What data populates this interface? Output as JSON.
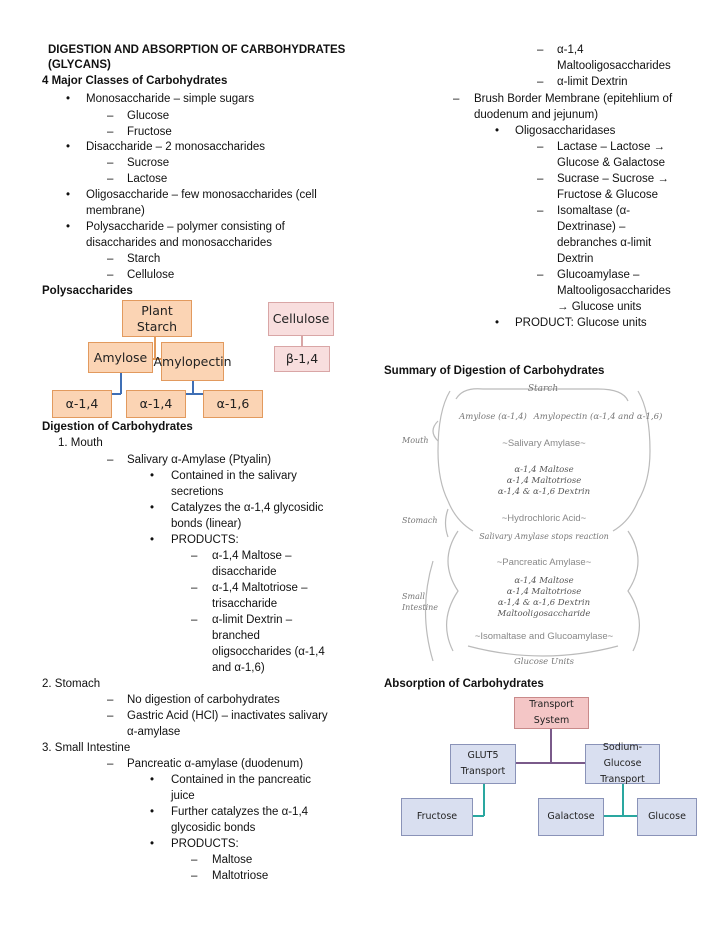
{
  "left": {
    "title1": "DIGESTION AND ABSORPTION OF CARBOHYDRATES",
    "title2": "(GLYCANS)",
    "classes_heading": "4 Major Classes of Carbohydrates",
    "mono": "Monosaccharide – simple sugars",
    "glucose": "Glucose",
    "fructose": "Fructose",
    "di": "Disaccharide – 2 monosaccharides",
    "sucrose": "Sucrose",
    "lactose": "Lactose",
    "oligo1": "Oligosaccharide – few monosaccharides (cell",
    "oligo2": "membrane)",
    "poly1": "Polysaccharide – polymer consisting of",
    "poly2": "disaccharides and monosaccharides",
    "starch": "Starch",
    "cellulose": "Cellulose",
    "polysaccharides_heading": "Polysaccharides",
    "tree": {
      "plant_starch": "Plant Starch",
      "cellulose": "Cellulose",
      "amylose": "Amylose",
      "amylopectin": "Amylopectin",
      "beta14": "β-1,4",
      "a14_1": "α-1,4",
      "a14_2": "α-1,4",
      "a16": "α-1,6"
    },
    "digestion_heading": "Digestion of Carbohydrates",
    "mouth": "1.   Mouth",
    "salivary": "Salivary α-Amylase (Ptyalin)",
    "contained1": "Contained in the salivary",
    "contained2": "secretions",
    "catalyzes1": "Catalyzes the α-1,4 glycosidic",
    "catalyzes2": "bonds (linear)",
    "products": "PRODUCTS:",
    "maltose1": "α-1,4 Maltose –",
    "maltose2": "disaccharide",
    "maltotriose1": "α-1,4 Maltotriose –",
    "maltotriose2": "trisaccharide",
    "dextrin1": "α-limit Dextrin –",
    "dextrin2": "branched",
    "dextrin3": "oligsoccharides (α-1,4",
    "dextrin4": "and α-1,6)",
    "stomach": "2. Stomach",
    "nodigest": "No digestion of carbohydrates",
    "gastric1": "Gastric Acid (HCl) – inactivates salivary",
    "gastric2": "α-amylase",
    "small": "3. Small Intestine",
    "pancreatic": "Pancreatic α-amylase (duodenum)",
    "pc1": "Contained in the pancreatic",
    "pc2": "juice",
    "further1": "Further catalyzes the α-1,4",
    "further2": "glycosidic bonds",
    "products2": "PRODUCTS:",
    "p_maltose": "Maltose",
    "p_maltotriose": "Maltotriose"
  },
  "right": {
    "a14a": "α-1,4",
    "a14b": "Maltooligosaccharides",
    "alimit": "α-limit Dextrin",
    "brush1": "Brush Border Membrane (epitehlium of",
    "brush2": "duodenum and jejunum)",
    "oligosaccharidases": "Oligosaccharidases",
    "lactase1": "Lactase – Lactose →",
    "lactase2": "Glucose & Galactose",
    "sucrase1": "Sucrase – Sucrose →",
    "sucrase2": "Fructose & Glucose",
    "isomaltase1": "Isomaltase (α-",
    "isomaltase2": "Dextrinase) –",
    "isomaltase3": "debranches α-limit",
    "isomaltase4": "Dextrin",
    "gluco1": "Glucoamylase –",
    "gluco2": "Maltooligosaccharides",
    "gluco3": "→ Glucose units",
    "product": "PRODUCT: Glucose units",
    "summary_heading": "Summary of Digestion of Carbohydrates",
    "summary": {
      "starch": "Starch",
      "amylose": "Amylose (α-1,4)",
      "amylopectin": "Amylopectin (α-1,4 and α-1,6)",
      "mouth": "Mouth",
      "salivary": "~Salivary Amylase~",
      "m1": "α-1,4 Maltose",
      "m2": "α-1,4 Maltotriose",
      "m3": "α-1,4 & α-1,6 Dextrin",
      "stomach": "Stomach",
      "hcl": "~Hydrochloric Acid~",
      "stops": "Salivary Amylase stops reaction",
      "pancreatic": "~Pancreatic Amylase~",
      "s1": "α-1,4 Maltose",
      "s2": "α-1,4 Maltotriose",
      "s3": "α-1,4 & α-1,6 Dextrin",
      "s4": "Maltooligosaccharide",
      "small1": "Small",
      "small2": "Intestine",
      "isomaltase": "~Isomaltase and Glucoamylase~",
      "units": "Glucose Units"
    },
    "absorption_heading": "Absorption of Carbohydrates",
    "transport": {
      "system": "Transport System",
      "glut5": "GLUT5 Transport",
      "sglt": "Sodium-Glucose Transport",
      "fructose": "Fructose",
      "galactose": "Galactose",
      "glucose": "Glucose"
    }
  }
}
